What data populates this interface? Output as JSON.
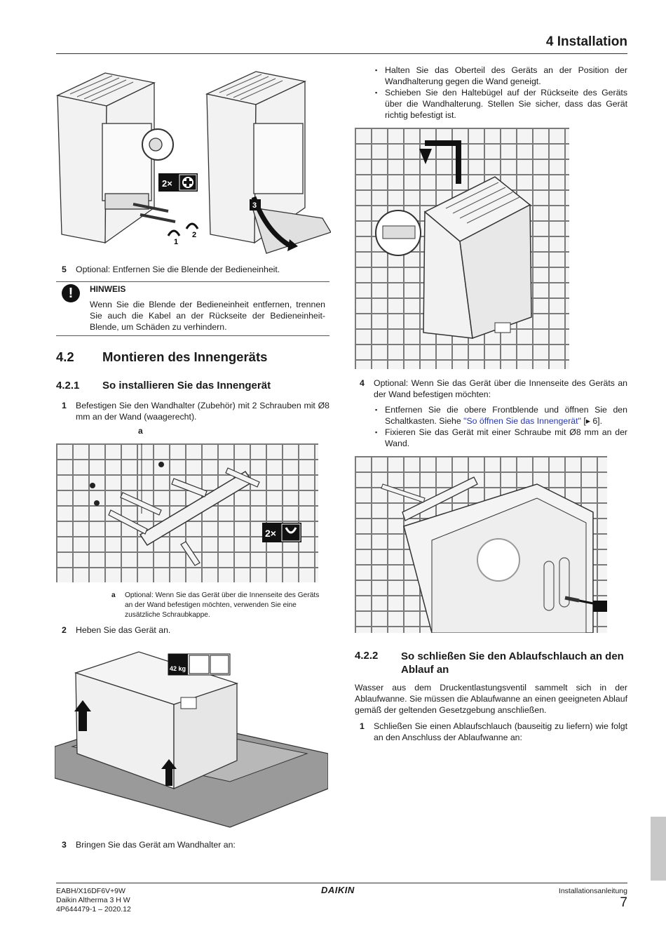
{
  "header": {
    "chapter_title": "4 Installation"
  },
  "left_column": {
    "step5": {
      "number": "5",
      "text": "Optional: Entfernen Sie die Blende der Bedieneinheit."
    },
    "note": {
      "label": "HINWEIS",
      "text": "Wenn Sie die Blende der Bedieneinheit entfernen, trennen Sie auch die Kabel an der Rückseite der Bedieneinheit-Blende, um Schäden zu verhindern."
    },
    "section": {
      "number": "4.2",
      "title": "Montieren des Innengeräts"
    },
    "subsection": {
      "number": "4.2.1",
      "title": "So installieren Sie das Innengerät"
    },
    "step1": {
      "number": "1",
      "text": "Befestigen Sie den Wandhalter (Zubehör) mit 2 Schrauben mit Ø8 mm an der Wand (waagerecht)."
    },
    "figure_wall_label": "a",
    "figure_wall_badge": "2×",
    "legend": {
      "key": "a",
      "text": "Optional: Wenn Sie das Gerät über die Innenseite des Geräts an der Wand befestigen möchten, verwenden Sie eine zusätzliche Schraubkappe."
    },
    "step2": {
      "number": "2",
      "text": "Heben Sie das Gerät an."
    },
    "weight_badge": "42 kg",
    "step3": {
      "number": "3",
      "text": "Bringen Sie das Gerät am Wandhalter an:"
    },
    "figure_top_badge": "2×",
    "figure_top_labels": [
      "1",
      "2",
      "3"
    ]
  },
  "right_column": {
    "bullets_top": [
      "Halten Sie das Oberteil des Geräts an der Position der Wandhalterung gegen die Wand geneigt.",
      "Schieben Sie den Haltebügel auf der Rückseite des Geräts über die Wandhalterung. Stellen Sie sicher, dass das Gerät richtig befestigt ist."
    ],
    "step4": {
      "number": "4",
      "text": "Optional: Wenn Sie das Gerät über die Innenseite des Geräts an der Wand befestigen möchten:"
    },
    "step4_bullet1_prefix": "Entfernen Sie die obere Frontblende und öffnen Sie den Schaltkasten. Siehe ",
    "step4_bullet1_link": "\"So öffnen Sie das Innengerät\"",
    "step4_bullet1_suffix": " [▸ 6].",
    "step4_bullet2": "Fixieren Sie das Gerät mit einer Schraube mit Ø8 mm an der Wand.",
    "subsection": {
      "number": "4.2.2",
      "title": "So schließen Sie den Ablaufschlauch an den Ablauf an"
    },
    "paragraph": "Wasser aus dem Druckentlastungsventil sammelt sich in der Ablaufwanne. Sie müssen die Ablaufwanne an einen geeigneten Ablauf gemäß der geltenden Gesetzgebung anschließen.",
    "step1": {
      "number": "1",
      "text": "Schließen Sie einen Ablaufschlauch (bauseitig zu liefern) wie folgt an den Anschluss der Ablaufwanne an:"
    }
  },
  "footer": {
    "model": "EABH/X16DF6V+9W",
    "product": "Daikin Altherma 3 H W",
    "doc_id": "4P644479-1 – 2020.12",
    "brand": "DAIKIN",
    "doc_type": "Installationsanleitung",
    "page_number": "7"
  },
  "colors": {
    "link": "#2438b8",
    "text": "#1a1a1a",
    "brick_line": "#7a7a7a",
    "tab": "#c8c8c8"
  }
}
